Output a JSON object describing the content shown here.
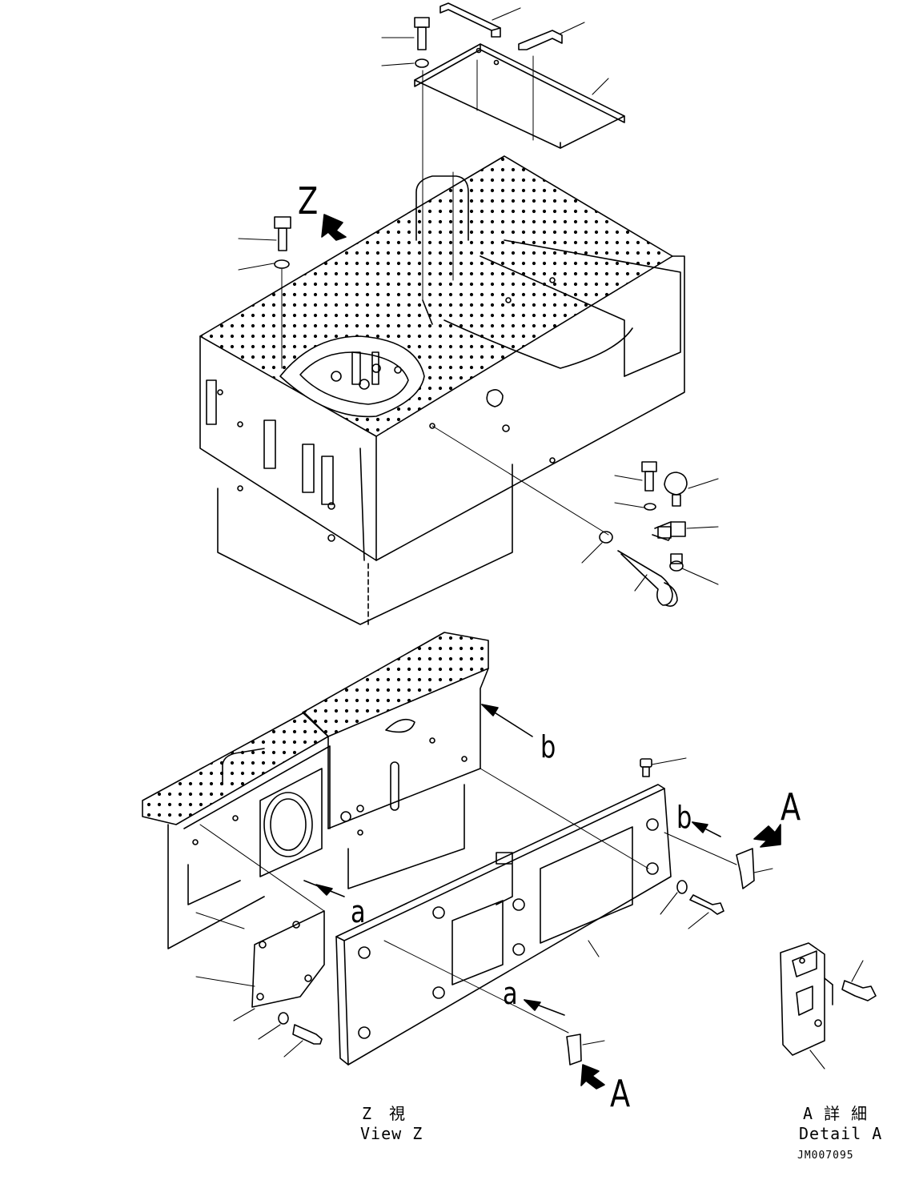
{
  "labels": {
    "z_arrow": "Z",
    "b_top": "b",
    "b_right": "b",
    "a_mid": "a",
    "a_bottom": "a",
    "A_right": "A",
    "A_bottom": "A"
  },
  "captions": {
    "view_z_jp": "Z　視",
    "view_z_en": "View Z",
    "detail_a_jp": "A 詳 細",
    "detail_a_en": "Detail A"
  },
  "drawing_code": "JM007095",
  "colors": {
    "line": "#000000",
    "background": "#ffffff"
  }
}
